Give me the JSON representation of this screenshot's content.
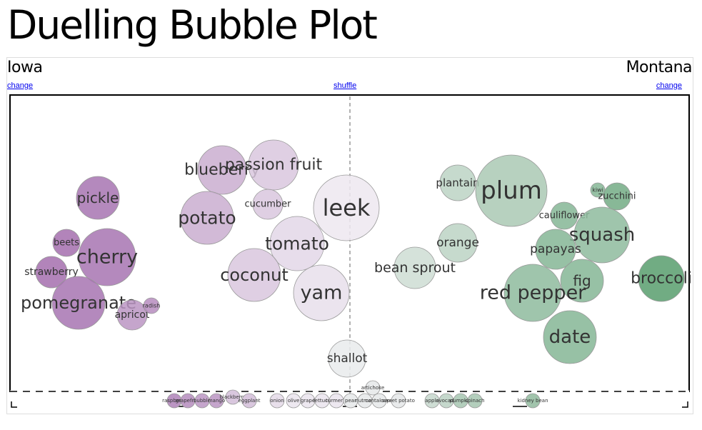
{
  "title": "Duelling Bubble Plot",
  "left_state": "Iowa",
  "right_state": "Montana",
  "links": {
    "left_change": "change",
    "shuffle": "shuffle",
    "right_change": "change"
  },
  "colors": {
    "left": "#8e4a9a",
    "right": "#3d8f55",
    "neutral": "#f0eef2"
  },
  "chart_data": {
    "type": "scatter",
    "description_scale": "bubble position encodes preference between left and right; color intensity encodes strength",
    "series": [
      {
        "name": "Iowa",
        "items": [
          {
            "label": "pickle",
            "value": 30,
            "strength": 0.75
          },
          {
            "label": "beets",
            "value": 19,
            "strength": 0.78
          },
          {
            "label": "cherry",
            "value": 40,
            "strength": 0.75
          },
          {
            "label": "strawberry",
            "value": 22,
            "strength": 0.78
          },
          {
            "label": "pomegranate",
            "value": 37,
            "strength": 0.75
          },
          {
            "label": "apricot",
            "value": 21,
            "strength": 0.55
          },
          {
            "label": "radish",
            "value": 11,
            "strength": 0.6
          },
          {
            "label": "blueberry",
            "value": 34,
            "strength": 0.4
          },
          {
            "label": "passion fruit",
            "value": 35,
            "strength": 0.25
          },
          {
            "label": "potato",
            "value": 37,
            "strength": 0.4
          },
          {
            "label": "cucumber",
            "value": 21,
            "strength": 0.25
          },
          {
            "label": "tomato",
            "value": 38,
            "strength": 0.15
          },
          {
            "label": "coconut",
            "value": 37,
            "strength": 0.25
          },
          {
            "label": "yam",
            "value": 39,
            "strength": 0.1
          },
          {
            "label": "leek",
            "value": 46,
            "strength": 0.05
          }
        ]
      },
      {
        "name": "Montana",
        "items": [
          {
            "label": "shallot",
            "value": 26,
            "strength": 0.05
          },
          {
            "label": "plantain",
            "value": 25,
            "strength": 0.3
          },
          {
            "label": "plum",
            "value": 50,
            "strength": 0.4
          },
          {
            "label": "orange",
            "value": 27,
            "strength": 0.3
          },
          {
            "label": "bean sprout",
            "value": 29,
            "strength": 0.2
          },
          {
            "label": "kiwi",
            "value": 10,
            "strength": 0.6
          },
          {
            "label": "zucchini",
            "value": 19,
            "strength": 0.7
          },
          {
            "label": "cauliflower",
            "value": 19,
            "strength": 0.6
          },
          {
            "label": "squash",
            "value": 39,
            "strength": 0.55
          },
          {
            "label": "papayas",
            "value": 28,
            "strength": 0.6
          },
          {
            "label": "fig",
            "value": 30,
            "strength": 0.6
          },
          {
            "label": "red pepper",
            "value": 40,
            "strength": 0.55
          },
          {
            "label": "date",
            "value": 37,
            "strength": 0.6
          },
          {
            "label": "broccoli",
            "value": 32,
            "strength": 0.85
          }
        ]
      }
    ],
    "undecided": [
      "raspberry",
      "grapefruit",
      "bubble",
      "mango",
      "blackberry",
      "eggplant",
      "onion",
      "olive",
      "grape",
      "lettuce",
      "turmeric",
      "pear",
      "nutmeg",
      "cantaloupe",
      "sweet potato",
      "artichoke",
      "apple",
      "avocado",
      "pumpkin",
      "spinach",
      "kidney bean"
    ]
  }
}
